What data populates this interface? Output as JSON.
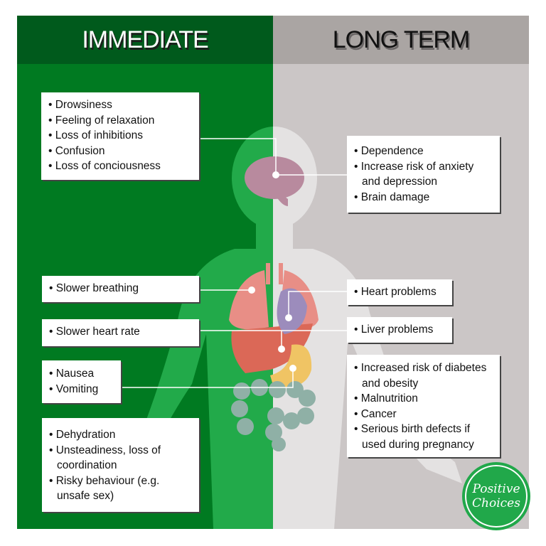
{
  "headers": {
    "immediate": "IMMEDIATE",
    "long_term": "LONG TERM"
  },
  "immediate": {
    "brain": [
      "Drowsiness",
      "Feeling of relaxation",
      "Loss of inhibitions",
      "Confusion",
      "Loss of conciousness"
    ],
    "lungs": [
      "Slower breathing"
    ],
    "heart": [
      "Slower heart rate"
    ],
    "stomach": [
      "Nausea",
      "Vomiting"
    ],
    "general": [
      "Dehydration",
      "Unsteadiness, loss of coordination",
      "Risky behaviour (e.g. unsafe sex)"
    ]
  },
  "long_term": {
    "brain": [
      "Dependence",
      "Increase risk of anxiety and depression",
      "Brain damage"
    ],
    "heart": [
      "Heart problems"
    ],
    "liver": [
      "Liver problems"
    ],
    "general": [
      "Increased risk of diabetes and obesity",
      "Malnutrition",
      "Cancer",
      "Serious birth defects if used during pregnancy"
    ]
  },
  "logo": {
    "line1": "Positive",
    "line2": "Choices"
  },
  "colors": {
    "immediate_header": "#005a1c",
    "immediate_bg": "#007a21",
    "long_header": "#aaa5a3",
    "long_bg": "#cbc6c6",
    "accent": "#21a84a"
  }
}
